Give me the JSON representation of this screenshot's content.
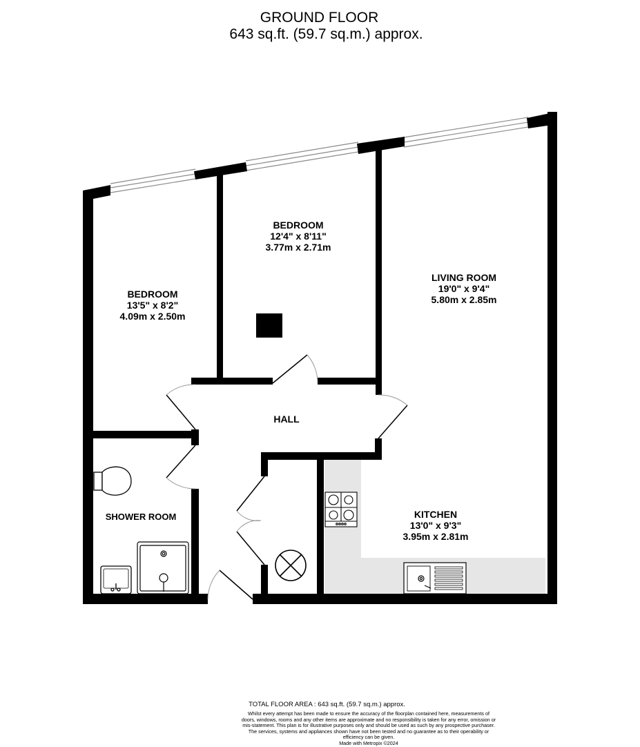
{
  "header": {
    "floor_name": "GROUND FLOOR",
    "floor_area": "643 sq.ft. (59.7 sq.m.) approx."
  },
  "rooms": [
    {
      "id": "bedroom-1",
      "name": "BEDROOM",
      "imperial": "13'5\"  x 8'2\"",
      "metric": "4.09m  x 2.50m"
    },
    {
      "id": "bedroom-2",
      "name": "BEDROOM",
      "imperial": "12'4\"  x 8'11\"",
      "metric": "3.77m  x 2.71m"
    },
    {
      "id": "living-room",
      "name": "LIVING ROOM",
      "imperial": "19'0\"  x 9'4\"",
      "metric": "5.80m  x 2.85m"
    },
    {
      "id": "hall",
      "name": "HALL"
    },
    {
      "id": "shower-room",
      "name": "SHOWER ROOM"
    },
    {
      "id": "kitchen",
      "name": "KITCHEN",
      "imperial": "13'0\"  x 9'3\"",
      "metric": "3.95m  x 2.81m"
    }
  ],
  "fixtures": [
    "window-icon",
    "door-swing-icon",
    "wc-icon",
    "shower-tray-icon",
    "wash-basin-icon",
    "hob-icon",
    "sink-icon",
    "boiler-cupboard-icon",
    "column-icon"
  ],
  "colors": {
    "wall": "#000000",
    "worktop": "#e6e6e6",
    "window": "#888888",
    "background": "#ffffff"
  },
  "footer": {
    "total_area": "TOTAL FLOOR AREA : 643 sq.ft. (59.7 sq.m.) approx.",
    "disclaimer": "Whilst every attempt has been made to ensure the accuracy of the floorplan contained here, measurements of doors, windows, rooms and any other items are approximate and no responsibility is taken for any error, omission or mis-statement. This plan is for illustrative purposes only and should be used as such by any prospective purchaser. The services, systems and appliances shown have not been tested and no guarantee as to their operability or efficiency can be given.",
    "credit": "Made with Metropix ©2024"
  }
}
